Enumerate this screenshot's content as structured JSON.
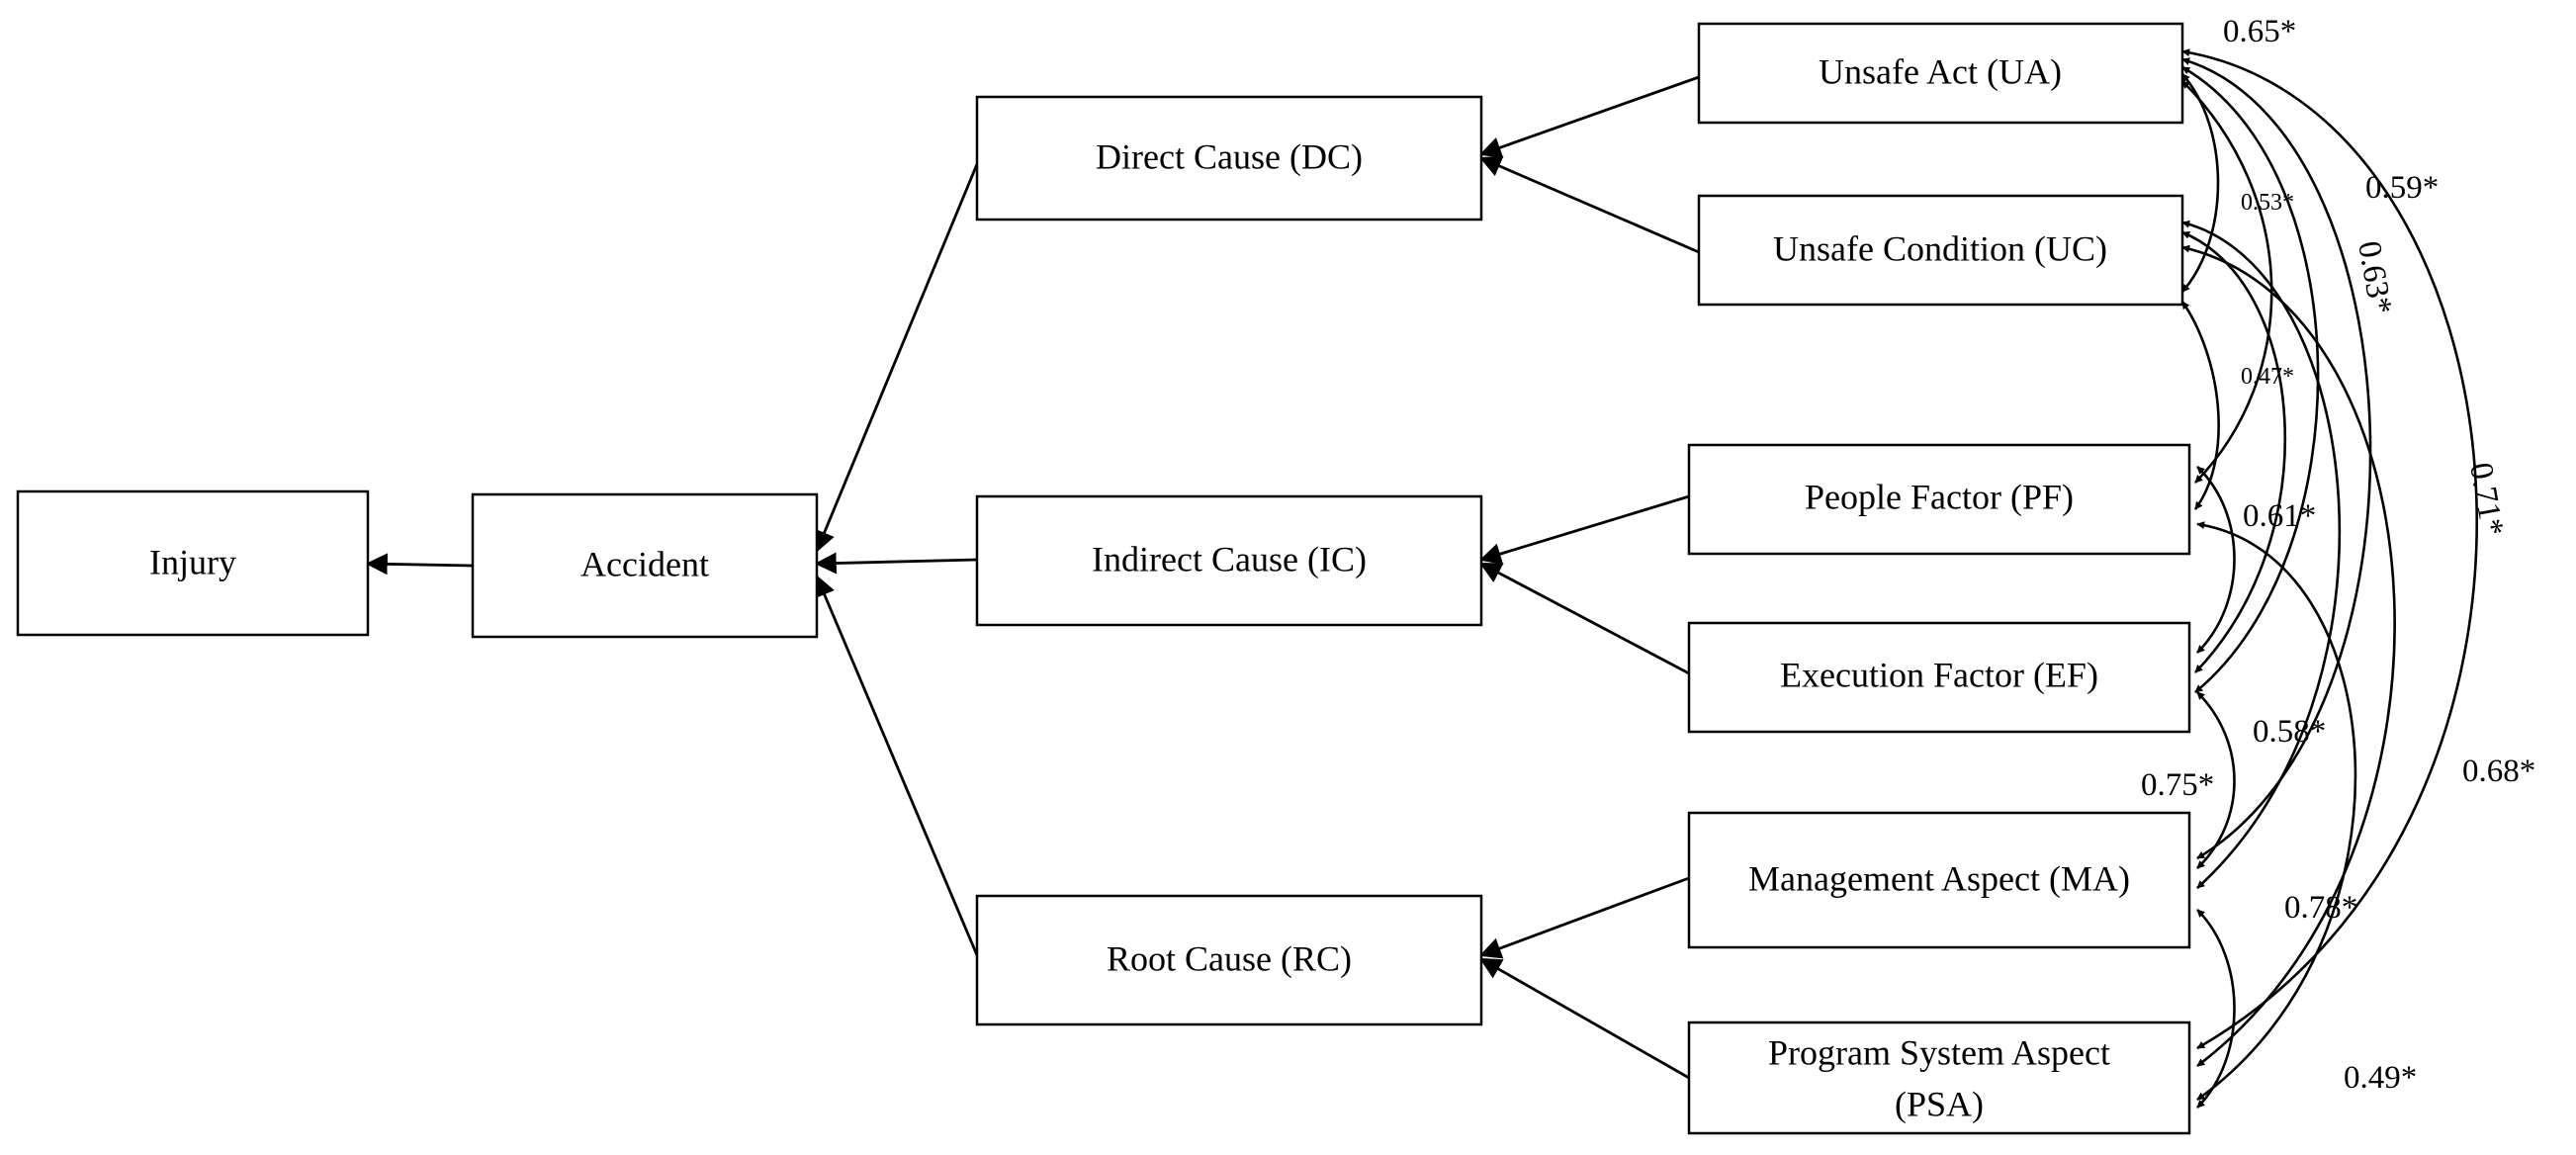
{
  "nodes": {
    "injury": "Injury",
    "accident": "Accident",
    "dc": "Direct Cause (DC)",
    "ic": "Indirect Cause (IC)",
    "rc": "Root Cause (RC)",
    "ua": "Unsafe Act (UA)",
    "uc": "Unsafe Condition (UC)",
    "pf": "People Factor (PF)",
    "ef": "Execution Factor (EF)",
    "ma": "Management Aspect (MA)",
    "psa_line1": "Program System Aspect",
    "psa_line2": "(PSA)"
  },
  "edges": [
    {
      "from": "Accident",
      "to": "Injury"
    },
    {
      "from": "Direct Cause (DC)",
      "to": "Accident"
    },
    {
      "from": "Indirect Cause (IC)",
      "to": "Accident"
    },
    {
      "from": "Root Cause (RC)",
      "to": "Accident"
    },
    {
      "from": "Unsafe Act (UA)",
      "to": "Direct Cause (DC)"
    },
    {
      "from": "Unsafe Condition (UC)",
      "to": "Direct Cause (DC)"
    },
    {
      "from": "People Factor (PF)",
      "to": "Indirect Cause (IC)"
    },
    {
      "from": "Execution Factor (EF)",
      "to": "Indirect Cause (IC)"
    },
    {
      "from": "Management Aspect (MA)",
      "to": "Root Cause (RC)"
    },
    {
      "from": "Program System Aspect (PSA)",
      "to": "Root Cause (RC)"
    }
  ],
  "correlations": {
    "c1": "0.65*",
    "c2": "0.53*",
    "c3": "0.59*",
    "c4": "0.63*",
    "c5": "0.47*",
    "c6": "0.61*",
    "c7": "0.71*",
    "c8": "0.58*",
    "c9": "0.75*",
    "c10": "0.68*",
    "c11": "0.78*",
    "c12": "0.49*"
  }
}
